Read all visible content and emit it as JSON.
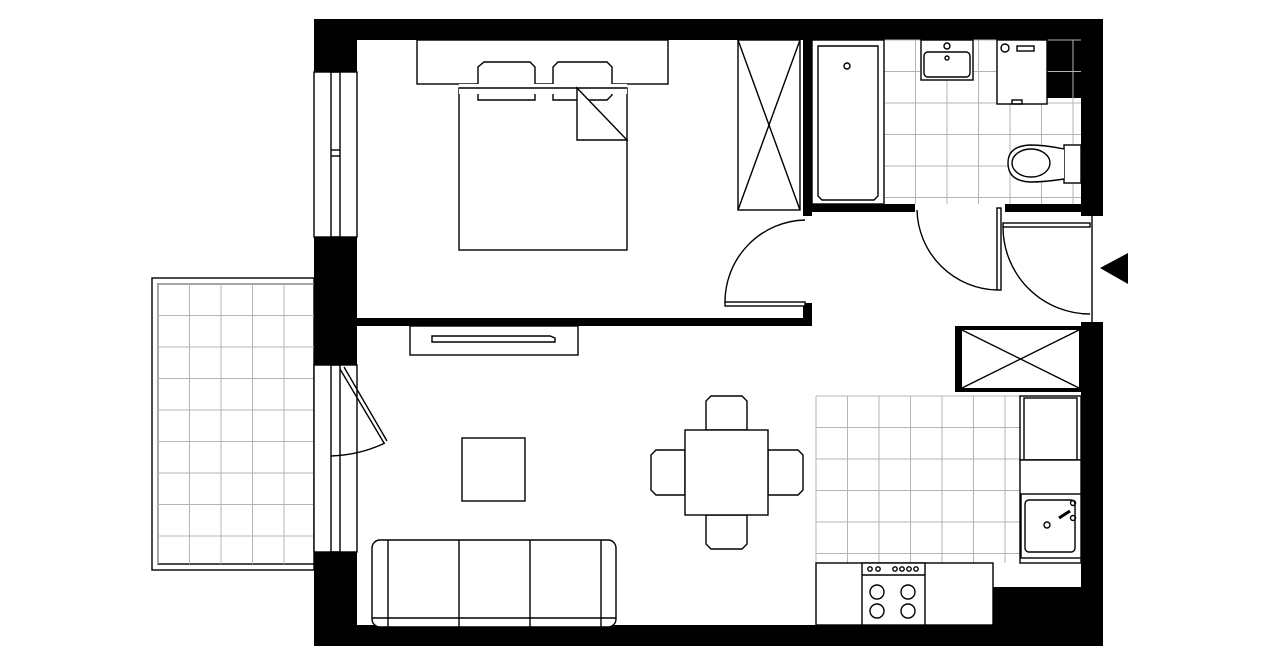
{
  "plan": {
    "colors": {
      "wall": "#000000",
      "background": "#ffffff",
      "tile_grid": "#b5b5b5"
    },
    "rooms": [
      "bedroom",
      "bathroom",
      "living-room",
      "kitchen",
      "hallway",
      "balcony"
    ],
    "icons": [
      "entrance-arrow-icon"
    ]
  }
}
